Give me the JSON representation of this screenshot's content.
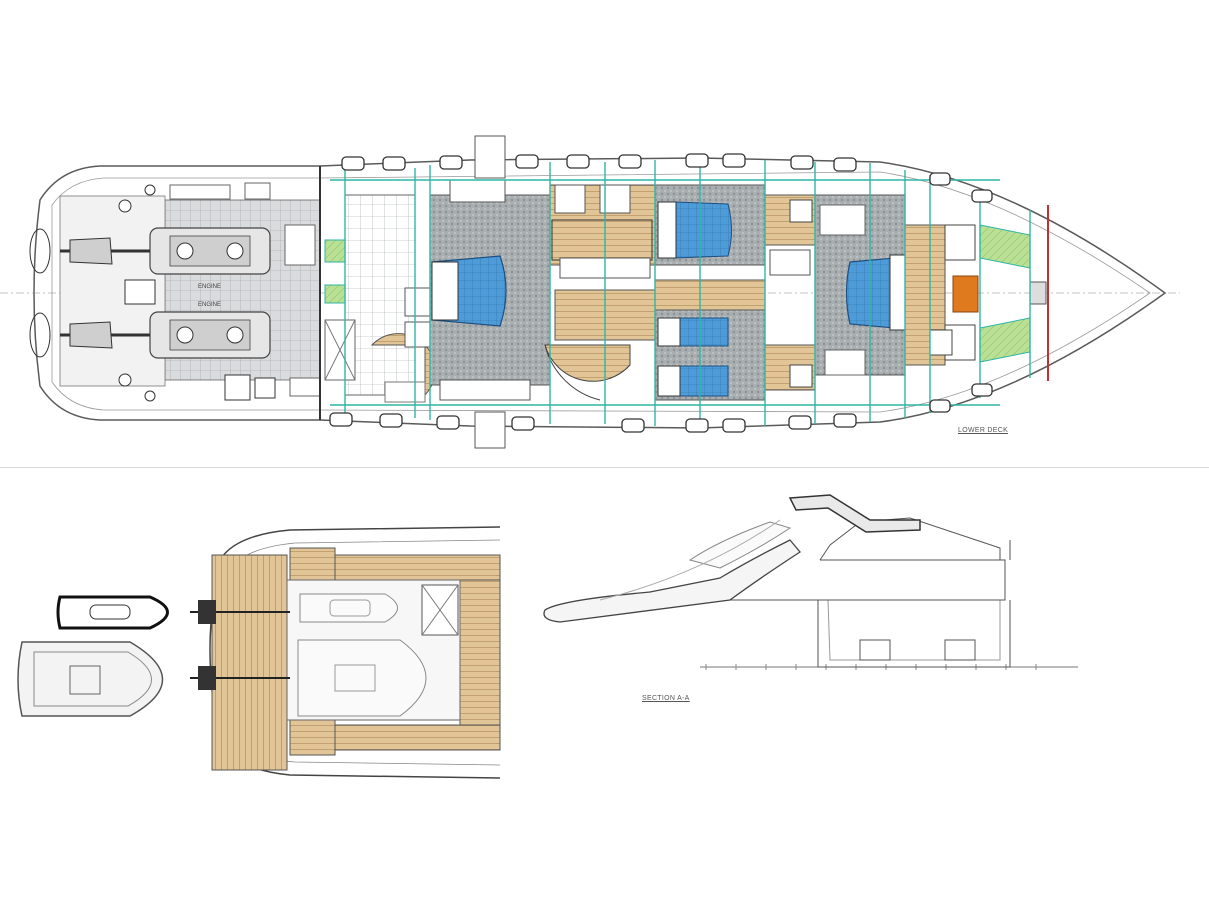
{
  "drawing": {
    "lower_deck_label": "LOWER DECK",
    "section_label": "SECTION A-A"
  },
  "engine_labels": [
    "ENGINE",
    "ENGINE"
  ],
  "colors": {
    "outline": "#5a5a5a",
    "bulkhead": "#2fb5a6",
    "floor_grey": "#9da3a6",
    "bed_blue": "#4a9ad6",
    "teak": "#d9b887",
    "green_zone": "#b6df8f",
    "orange_hatch": "#e07a1f",
    "red_line": "#c0303a"
  }
}
